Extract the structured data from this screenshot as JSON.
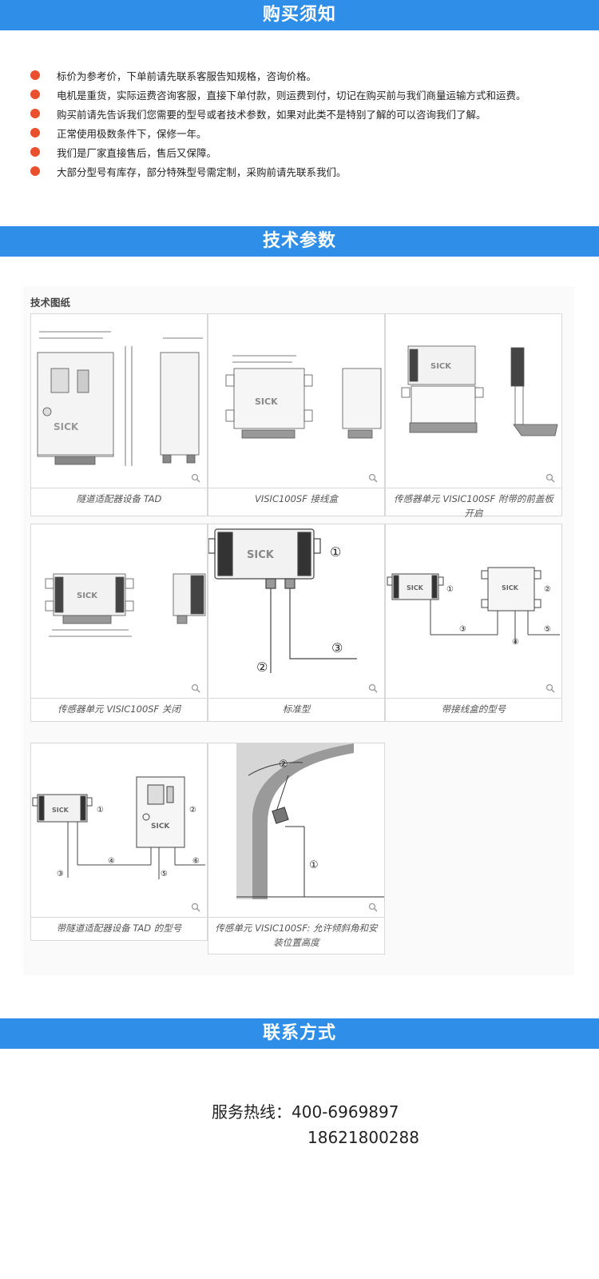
{
  "sections": {
    "purchase": "购买须知",
    "tech": "技术参数",
    "contact": "联系方式"
  },
  "notes": [
    "标价为参考价，下单前请先联系客服告知规格，咨询价格。",
    "电机是重货，实际运费咨询客服，直接下单付款，则运费到付，切记在购买前与我们商量运输方式和运费。",
    "购买前请先告诉我们您需要的型号或者技术参数，如果对此类不是特别了解的可以咨询我们了解。",
    "正常使用极数条件下，保修一年。",
    "我们是厂家直接售后，售后又保障。",
    "大部分型号有库存，部分特殊型号需定制，采购前请先联系我们。"
  ],
  "drawings": {
    "title": "技术图纸",
    "brand": "SICK",
    "captions": [
      "隧道适配器设备 TAD",
      "VISIC100SF 接线盒",
      "传感器单元 VISIC100SF 附带的前盖板开启",
      "传感器单元 VISIC100SF 关闭",
      "标准型",
      "带接线盒的型号",
      "带隧道适配器设备 TAD 的型号",
      "传感单元 VISIC100SF: 允许倾斜角和安装位置高度"
    ],
    "marks": [
      "①",
      "②",
      "③",
      "④",
      "⑤",
      "⑥"
    ]
  },
  "contact": {
    "label": "服务热线：",
    "phone1": "400-6969897",
    "phone2": "18621800288"
  },
  "colors": {
    "banner": "#2f8ee8",
    "bullet": "#e8502e"
  }
}
